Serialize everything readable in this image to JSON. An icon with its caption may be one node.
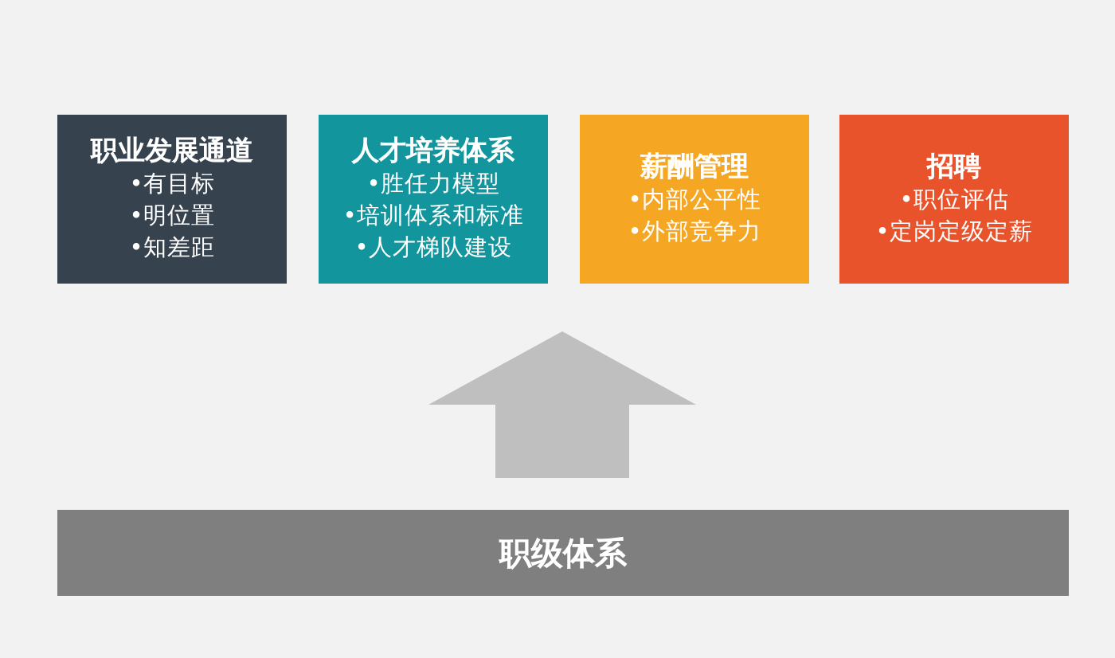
{
  "diagram": {
    "nodes": [
      {
        "text": [
          "职业发展通道",
          "•有目标",
          "•明位置",
          "•知差距"
        ]
      },
      {
        "text": [
          "人才培养体系",
          "•胜任力模型",
          "•培训体系和标准",
          "•人才梯队建设"
        ]
      },
      {
        "text": [
          "薪酬管理",
          "•内部公平性",
          "•外部竞争力"
        ]
      },
      {
        "text": [
          "招聘",
          "•职位评估",
          "•定岗定级定薪"
        ]
      },
      {
        "text": [
          "职级体系"
        ]
      }
    ]
  }
}
